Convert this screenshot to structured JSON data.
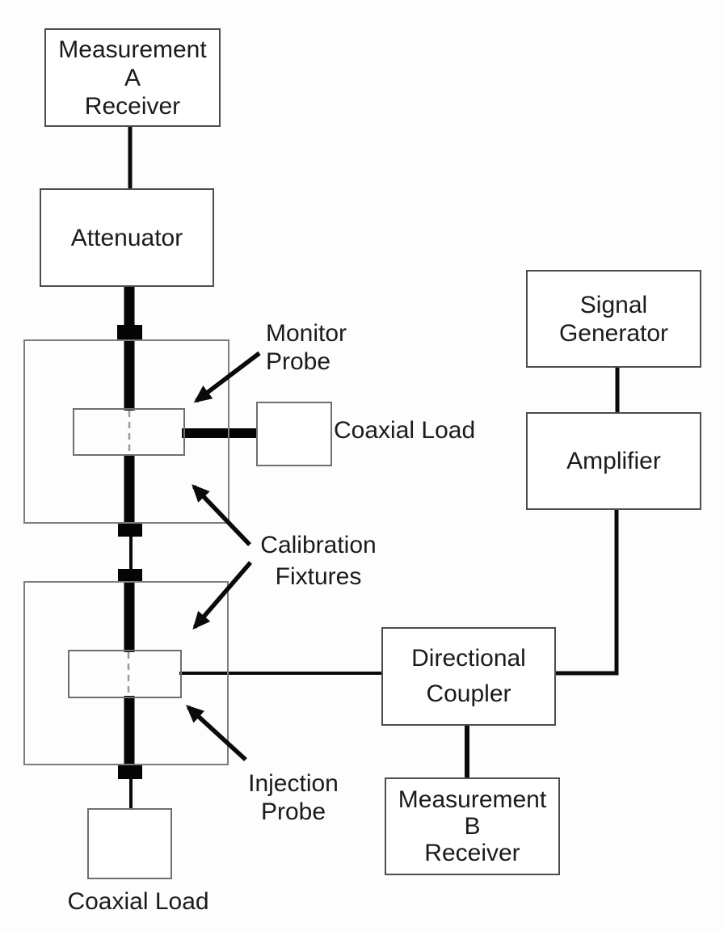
{
  "diagram": {
    "boxes": {
      "measurement_a_receiver": "Measurement\nA\nReceiver",
      "attenuator": "Attenuator",
      "signal_generator": "Signal\nGenerator",
      "amplifier": "Amplifier",
      "directional_coupler": "Directional\nCoupler",
      "measurement_b_receiver": "Measurement\nB\nReceiver"
    },
    "labels": {
      "monitor_probe": "Monitor\nProbe",
      "coaxial_load_right": "Coaxial Load",
      "calibration_fixtures": "Calibration\nFixtures",
      "injection_probe": "Injection\nProbe",
      "coaxial_load_bottom": "Coaxial Load"
    },
    "colors": {
      "background": "#fdfdfd",
      "wire": "#0a0a0a",
      "box_border": "#4d4d4d",
      "fixture_border": "#7d7d7d",
      "dashed_centerline": "#9a9a9a",
      "text": "#1b1b1d"
    }
  }
}
